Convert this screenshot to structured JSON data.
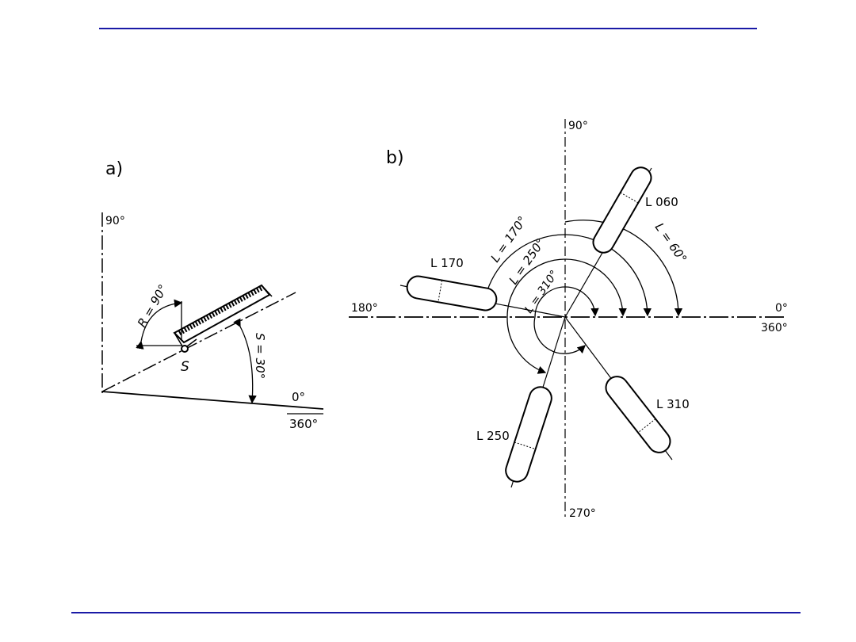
{
  "colors": {
    "rule": "#1a1aa6",
    "ink": "#000000",
    "background": "#ffffff"
  },
  "panel_a": {
    "label": "a)",
    "axis_90": "90°",
    "axis_0": "0°",
    "axis_360": "360°",
    "rotation_label": "R = 90°",
    "slope_label": "S = 30°",
    "point_label": "S"
  },
  "panel_b": {
    "label": "b)",
    "axis_90": "90°",
    "axis_180": "180°",
    "axis_270": "270°",
    "axis_0": "0°",
    "axis_360": "360°",
    "electrodes": [
      {
        "name": "L 060",
        "angle_label": "L = 60°"
      },
      {
        "name": "L 170",
        "angle_label": "L = 170°"
      },
      {
        "name": "L 250",
        "angle_label": "L = 250°"
      },
      {
        "name": "L 310",
        "angle_label": "L = 310°"
      }
    ]
  }
}
